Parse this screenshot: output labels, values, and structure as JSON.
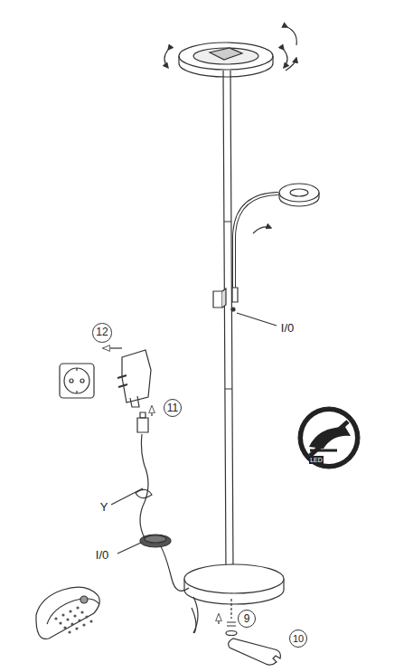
{
  "diagram": {
    "labels": [
      "12",
      "11",
      "Y",
      "I/0",
      "I/0",
      "9",
      "10",
      "LED"
    ]
  }
}
